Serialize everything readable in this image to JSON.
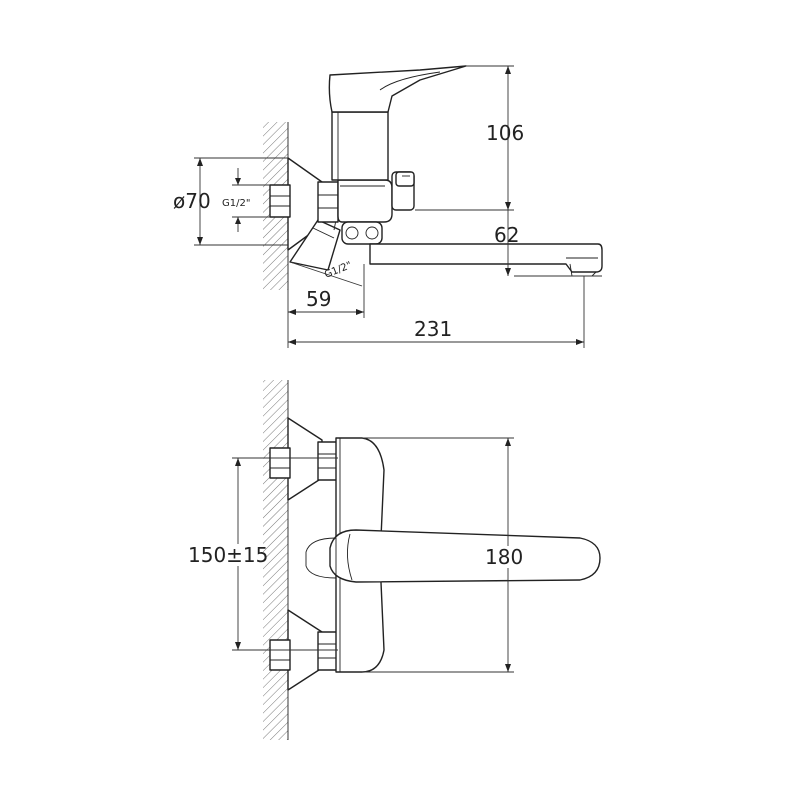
{
  "dimensions": {
    "height_top": "106",
    "diameter": "ø70",
    "thread_inlet": "G1/2\"",
    "thread_eccentric": "G1/2\"",
    "spout_height": "62",
    "eccentric_depth": "59",
    "total_length": "231",
    "inlet_spacing": "150±15",
    "handle_length": "180"
  }
}
